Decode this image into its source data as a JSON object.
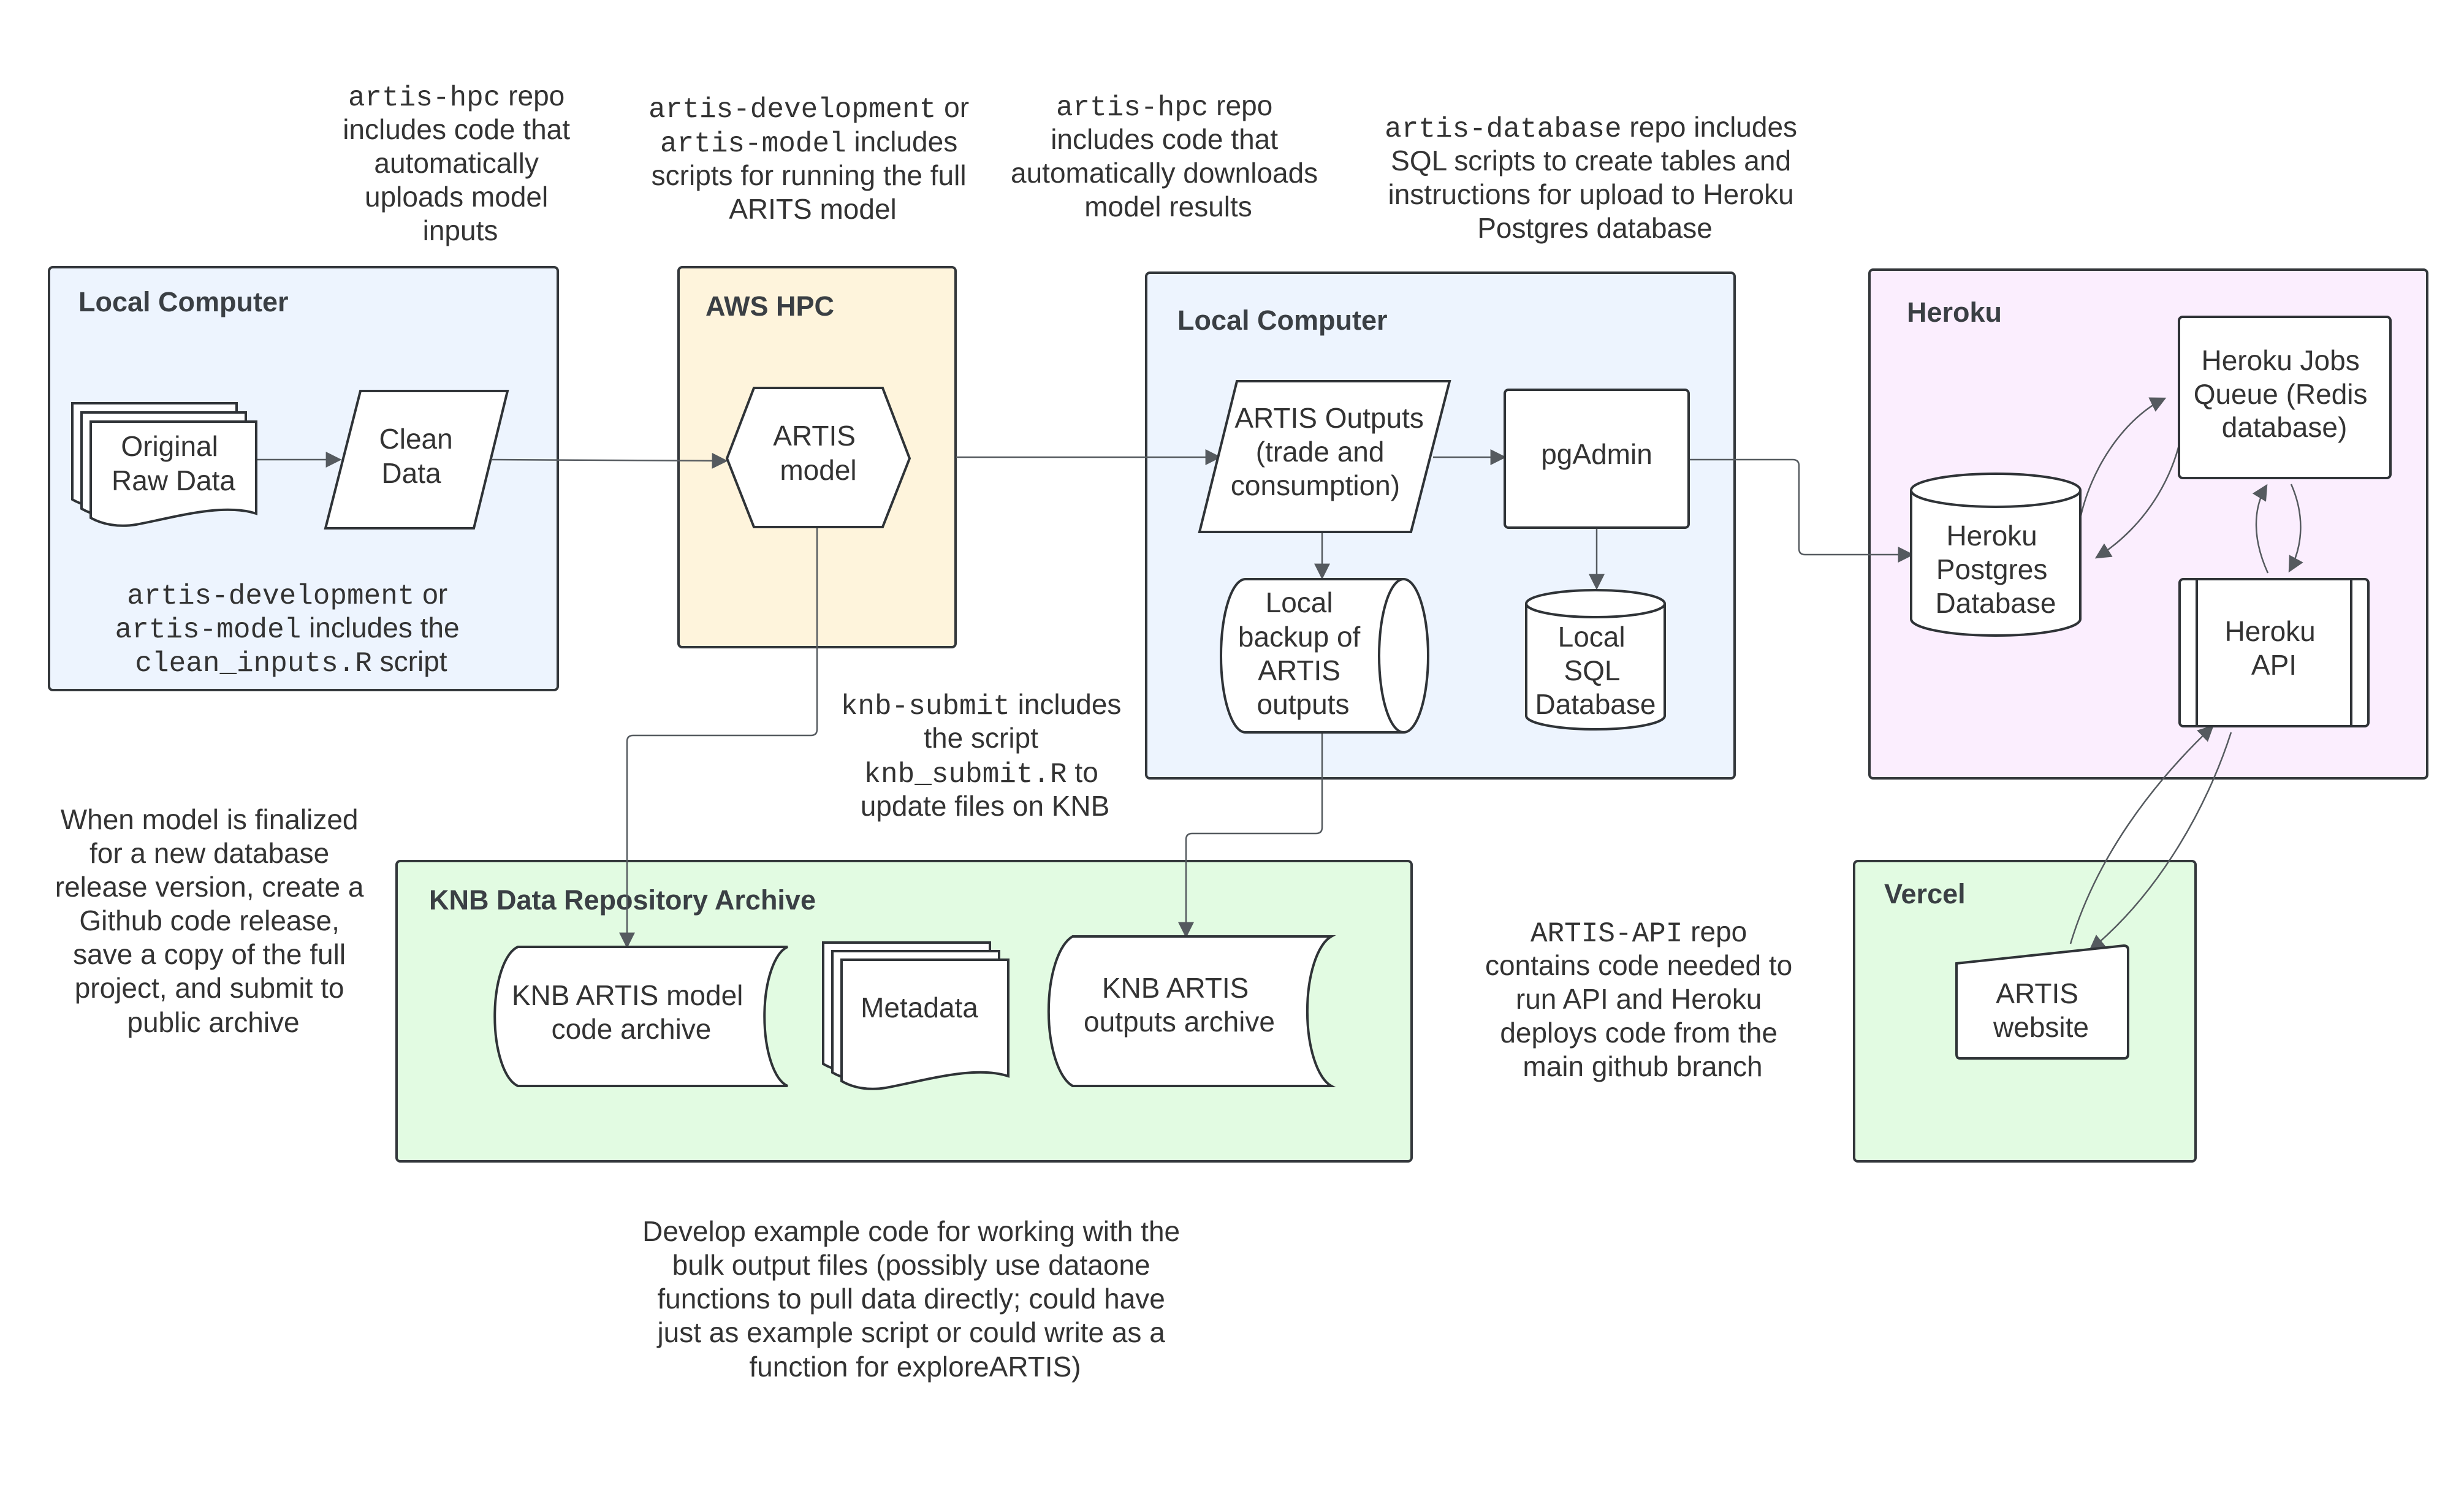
{
  "colors": {
    "local_computer_fill": "#edf4fe",
    "aws_fill": "#fef4dc",
    "heroku_fill": "#fbeefe",
    "knb_fill": "#e2fbe2",
    "vercel_fill": "#e2fbe2",
    "stroke": "#2f3337",
    "text": "#333333"
  },
  "containers": {
    "local_computer_1": "Local Computer",
    "aws_hpc": "AWS HPC",
    "local_computer_2": "Local Computer",
    "heroku": "Heroku",
    "knb": "KNB Data Repository Archive",
    "vercel": "Vercel"
  },
  "nodes": {
    "original_raw_data": [
      "Original",
      "Raw Data"
    ],
    "clean_data": [
      "Clean",
      "Data"
    ],
    "artis_model": [
      "ARTIS",
      "model"
    ],
    "artis_outputs": [
      "ARTIS Outputs",
      "(trade and",
      "consumption)"
    ],
    "pgadmin": [
      "pgAdmin"
    ],
    "local_backup": [
      "Local",
      "backup of",
      "ARTIS",
      "outputs"
    ],
    "local_sql_db": [
      "Local",
      "SQL",
      "Database"
    ],
    "heroku_postgres": [
      "Heroku",
      "Postgres",
      "Database"
    ],
    "heroku_jobs_queue": [
      "Heroku Jobs",
      "Queue (Redis",
      "database)"
    ],
    "heroku_api": [
      "Heroku",
      "API"
    ],
    "artis_website": [
      "ARTIS",
      "website"
    ],
    "knb_model_archive": [
      "KNB ARTIS model",
      "code archive"
    ],
    "metadata": [
      "Metadata"
    ],
    "knb_outputs_archive": [
      "KNB ARTIS",
      "outputs archive"
    ]
  },
  "notes": {
    "hpc_upload": {
      "l1_code": "artis-hpc",
      "l1_text": " repo",
      "l2": "includes code that",
      "l3": "automatically",
      "l4": "uploads model",
      "l5": "inputs"
    },
    "dev_full_model": {
      "l1_code": "artis-development",
      "l1_text": " or",
      "l2_code": "artis-model",
      "l2_text": " includes",
      "l3": "scripts for running the full",
      "l4": "ARITS model"
    },
    "hpc_download": {
      "l1_code": "artis-hpc",
      "l1_text": " repo",
      "l2": "includes code that",
      "l3": "automatically downloads",
      "l4": "model results"
    },
    "database_repo": {
      "l1_code": "artis-database",
      "l1_text": "  repo includes",
      "l2": "SQL scripts to create tables and",
      "l3": "instructions for upload to Heroku",
      "l4": "Postgres database"
    },
    "clean_inputs": {
      "l1_code": "artis-development",
      "l1_text": " or",
      "l2_code": "artis-model",
      "l2_text": " includes the",
      "l3_code": "clean_inputs.R",
      "l3_text": " script"
    },
    "knb_submit": {
      "l1_code": "knb-submit",
      "l1_text": " includes",
      "l2": "the script",
      "l3_code": "knb_submit.R",
      "l3_text": " to",
      "l4": "update files on KNB"
    },
    "release": {
      "lines": [
        "When model is finalized",
        "for a new database",
        "release version, create a",
        "Github code release,",
        "save a copy of the full",
        "project, and submit to",
        "public archive"
      ]
    },
    "api_repo": {
      "l1_code": "ARTIS-API",
      "l1_text": " repo",
      "l2": "contains code needed to",
      "l3": "run API and Heroku",
      "l4": "deploys code from the",
      "l5": "main github branch"
    },
    "example_code": {
      "lines": [
        "Develop example code for working with the",
        "bulk output files (possibly use dataone",
        "functions to pull data directly; could  have",
        "just as example script or could write as a",
        "function for exploreARTIS)"
      ]
    }
  }
}
